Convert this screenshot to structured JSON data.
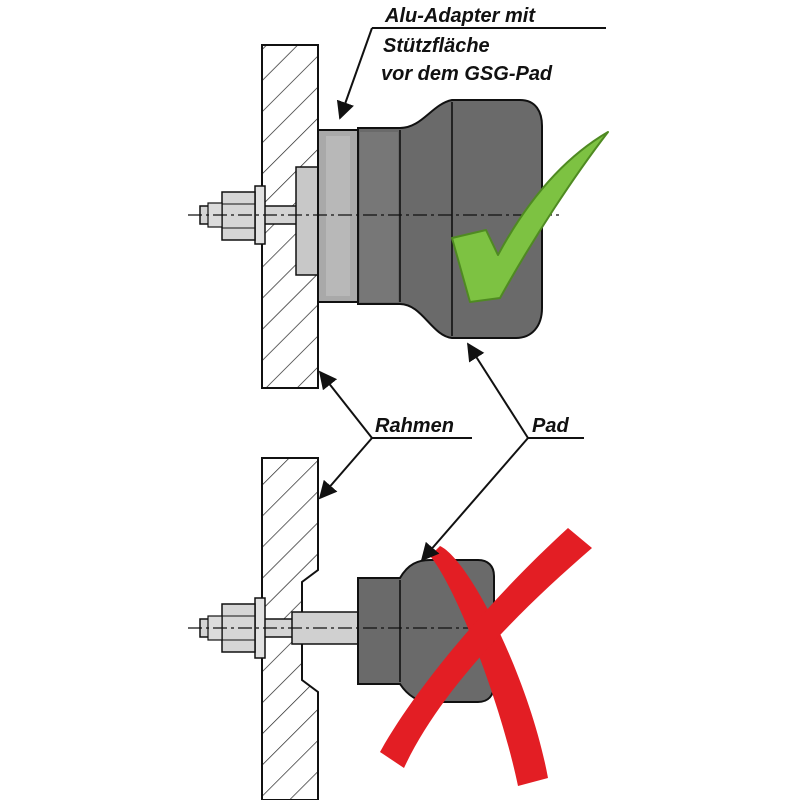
{
  "callout_top": {
    "line1": "Alu-Adapter mit",
    "line2": "Stützfläche",
    "line3": "vor dem GSG-Pad"
  },
  "labels": {
    "frame": "Rahmen",
    "pad": "Pad"
  },
  "marks": {
    "correct": "check-mark-icon",
    "wrong": "cross-mark-icon"
  },
  "colors": {
    "check": "#7dc242",
    "cross": "#e31e24",
    "pad_dark": "#6a6a6a",
    "adapter": "#a9a9a9",
    "bolt": "#d4d4d4"
  }
}
